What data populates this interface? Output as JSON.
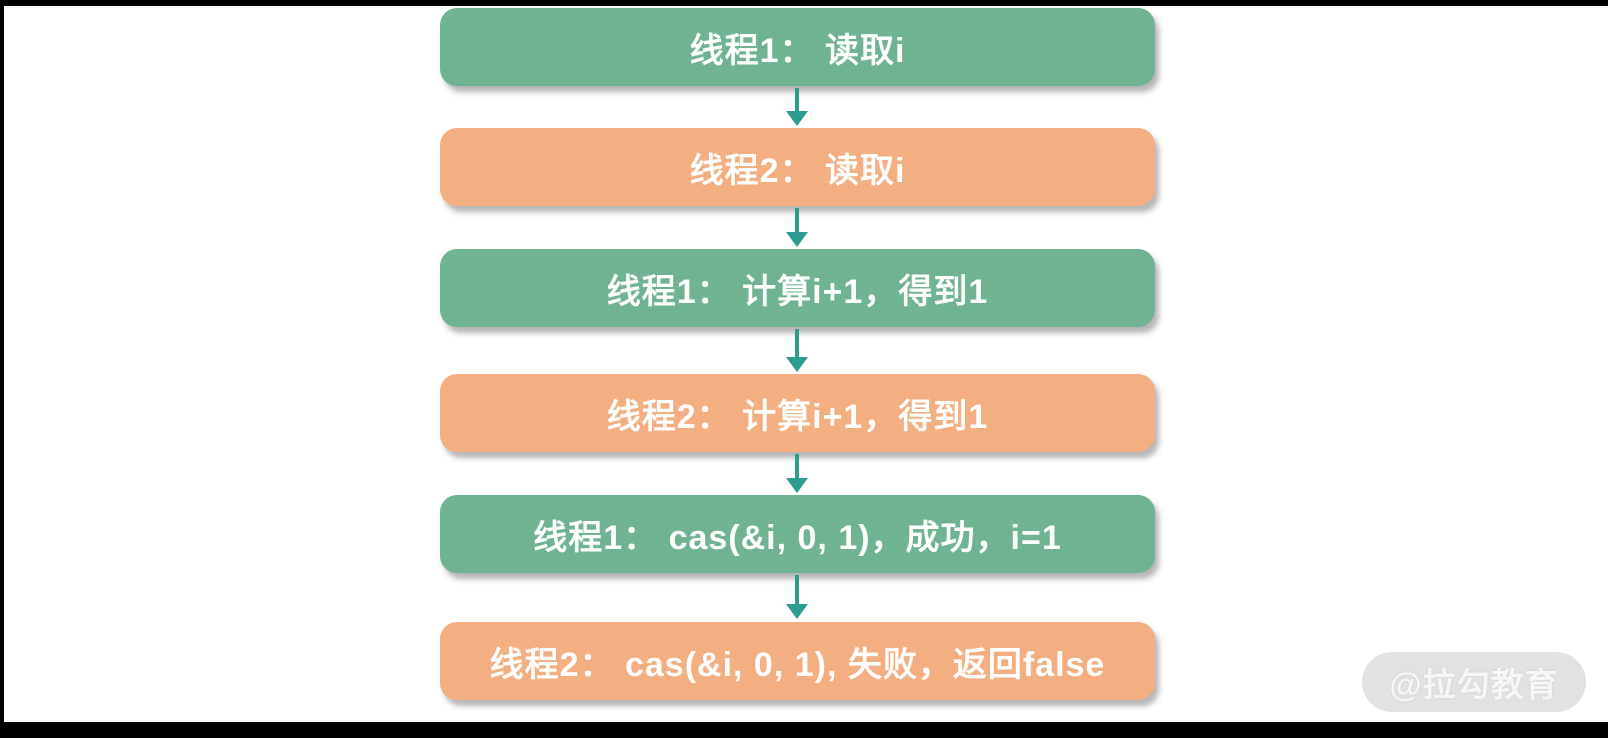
{
  "colors": {
    "green": "#6FB392",
    "orange": "#F3AE81",
    "arrow": "#2A9D8F",
    "node_text": "#FFFFFF",
    "watermark_bg": "#E2E2E2",
    "watermark_text": "#F7F7F7"
  },
  "flowchart": {
    "description": "CAS concurrency sequence diagram, two threads alternating steps",
    "nodes": [
      {
        "label": "线程1： 读取i",
        "color": "green"
      },
      {
        "label": "线程2： 读取i",
        "color": "orange"
      },
      {
        "label": "线程1： 计算i+1，得到1",
        "color": "green"
      },
      {
        "label": "线程2： 计算i+1，得到1",
        "color": "orange"
      },
      {
        "label": "线程1： cas(&i, 0, 1)，成功，i=1",
        "color": "green"
      },
      {
        "label": "线程2：  cas(&i, 0, 1), 失败，返回false",
        "color": "orange"
      }
    ]
  },
  "watermark": {
    "label": "@拉勾教育"
  }
}
